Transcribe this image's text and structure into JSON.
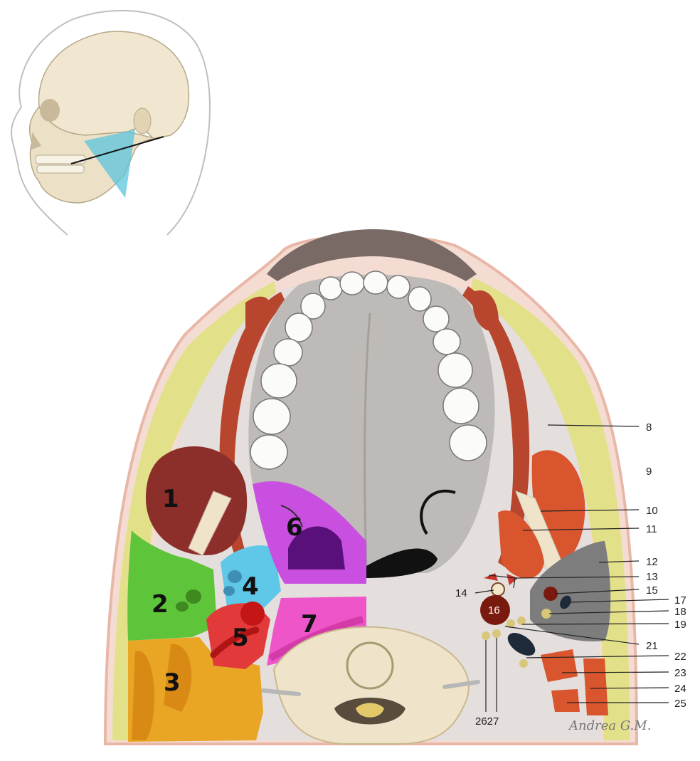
{
  "zones": [
    "1",
    "2",
    "3",
    "4",
    "5",
    "6",
    "7"
  ],
  "labels": {
    "l8": "8",
    "l9": "9",
    "l10": "10",
    "l11": "11",
    "l12": "12",
    "l13": "13",
    "l14": "14",
    "l15": "15",
    "l16": "16",
    "l17": "17",
    "l18": "18",
    "l19": "19",
    "l21": "21",
    "l22": "22",
    "l23": "23",
    "l24": "24",
    "l25": "25",
    "l2627": "2627"
  },
  "signature": "Andrea G.M.",
  "colors": {
    "skin": "#f2d9cf",
    "fat": "#e3e08a",
    "muscle": "#b8462e",
    "bone": "#efe3c9",
    "zone1": "#8c2f2a",
    "zone2": "#5ec43a",
    "zone3": "#e8a624",
    "zone4": "#5fc8e8",
    "zone5": "#e23a3a",
    "zone6": "#c94fe0",
    "zone7": "#ee55c8",
    "plane": "#5bc4dd"
  }
}
